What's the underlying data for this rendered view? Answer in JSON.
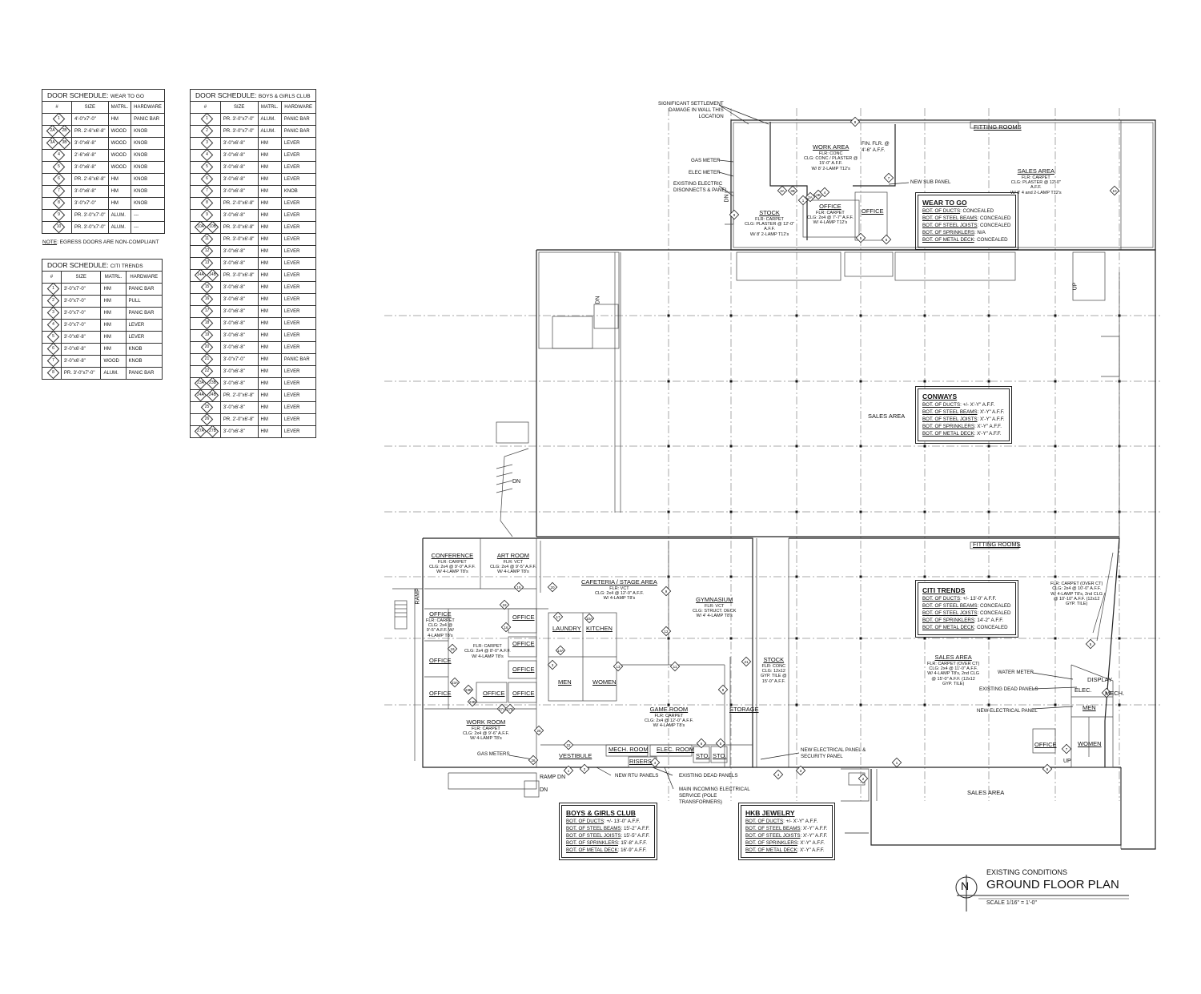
{
  "schedules": [
    {
      "title": "DOOR SCHEDULE",
      "suffix": "WEAR TO GO",
      "headers": [
        "#",
        "SIZE",
        "MATRL.",
        "HARDWARE"
      ],
      "rows": [
        {
          "tag": "1",
          "size": "4'-0\"x7'-0\"",
          "matrl": "HM",
          "hardware": "PANIC BAR"
        },
        {
          "tag": "2A",
          "tag_b": "2B",
          "size": "PR. 2'-6\"x6'-8\"",
          "matrl": "WOOD",
          "hardware": "KNOB"
        },
        {
          "tag": "3A",
          "tag_b": "3B",
          "size": "3'-0\"x6'-8\"",
          "matrl": "WOOD",
          "hardware": "KNOB"
        },
        {
          "tag": "4",
          "size": "2'-6\"x6'-8\"",
          "matrl": "WOOD",
          "hardware": "KNOB"
        },
        {
          "tag": "5",
          "size": "3'-0\"x6'-8\"",
          "matrl": "WOOD",
          "hardware": "KNOB"
        },
        {
          "tag": "6",
          "size": "PR. 2'-6\"x6'-8\"",
          "matrl": "HM",
          "hardware": "KNOB"
        },
        {
          "tag": "7",
          "size": "3'-0\"x6'-8\"",
          "matrl": "HM",
          "hardware": "KNOB"
        },
        {
          "tag": "8",
          "size": "3'-0\"x7'-0\"",
          "matrl": "HM",
          "hardware": "KNOB"
        },
        {
          "tag": "9",
          "size": "PR. 3'-0\"x7'-0\"",
          "matrl": "ALUM.",
          "hardware": "---"
        },
        {
          "tag": "10",
          "size": "PR. 3'-0\"x7'-0\"",
          "matrl": "ALUM.",
          "hardware": "---"
        }
      ],
      "note_label": "NOTE",
      "note": ": EGRESS DOORS ARE NON-COMPLIANT"
    },
    {
      "title": "DOOR SCHEDULE",
      "suffix": "CITI TRENDS",
      "headers": [
        "#",
        "SIZE",
        "MATRL.",
        "HARDWARE"
      ],
      "rows": [
        {
          "tag": "1",
          "size": "3'-0\"x7'-0\"",
          "matrl": "HM",
          "hardware": "PANIC BAR"
        },
        {
          "tag": "2",
          "size": "3'-0\"x7'-0\"",
          "matrl": "HM",
          "hardware": "PULL"
        },
        {
          "tag": "3",
          "size": "3'-0\"x7'-0\"",
          "matrl": "HM",
          "hardware": "PANIC BAR"
        },
        {
          "tag": "4",
          "size": "3'-0\"x7'-0\"",
          "matrl": "HM",
          "hardware": "LEVER"
        },
        {
          "tag": "5",
          "size": "3'-0\"x6'-8\"",
          "matrl": "HM",
          "hardware": "LEVER"
        },
        {
          "tag": "6",
          "size": "3'-0\"x6'-8\"",
          "matrl": "HM",
          "hardware": "KNOB"
        },
        {
          "tag": "7",
          "size": "3'-0\"x6'-8\"",
          "matrl": "WOOD",
          "hardware": "KNOB"
        },
        {
          "tag": "8",
          "size": "PR. 3'-0\"x7'-0\"",
          "matrl": "ALUM.",
          "hardware": "PANIC BAR"
        }
      ]
    },
    {
      "title": "DOOR SCHEDULE",
      "suffix": "BOYS & GIRLS CLUB",
      "headers": [
        "#",
        "SIZE",
        "MATRL.",
        "HARDWARE"
      ],
      "rows": [
        {
          "tag": "1",
          "size": "PR. 3'-0\"x7'-0\"",
          "matrl": "ALUM.",
          "hardware": "PANIC BAR"
        },
        {
          "tag": "2",
          "size": "PR. 3'-0\"x7'-0\"",
          "matrl": "ALUM.",
          "hardware": "PANIC BAR"
        },
        {
          "tag": "3",
          "size": "3'-0\"x6'-8\"",
          "matrl": "HM",
          "hardware": "LEVER"
        },
        {
          "tag": "4",
          "size": "3'-0\"x6'-8\"",
          "matrl": "HM",
          "hardware": "LEVER"
        },
        {
          "tag": "5",
          "size": "3'-0\"x6'-8\"",
          "matrl": "HM",
          "hardware": "LEVER"
        },
        {
          "tag": "6",
          "size": "3'-0\"x6'-8\"",
          "matrl": "HM",
          "hardware": "LEVER"
        },
        {
          "tag": "7",
          "size": "3'-0\"x6'-8\"",
          "matrl": "HM",
          "hardware": "KNOB"
        },
        {
          "tag": "8",
          "size": "PR. 2'-0\"x6'-8\"",
          "matrl": "HM",
          "hardware": "LEVER"
        },
        {
          "tag": "9",
          "size": "3'-0\"x6'-8\"",
          "matrl": "HM",
          "hardware": "LEVER"
        },
        {
          "tag": "10A",
          "tag_b": "10B",
          "size": "PR. 3'-0\"x6'-8\"",
          "matrl": "HM",
          "hardware": "LEVER"
        },
        {
          "tag": "11",
          "size": "PR. 3'-0\"x6'-8\"",
          "matrl": "HM",
          "hardware": "LEVER"
        },
        {
          "tag": "12",
          "size": "3'-0\"x6'-8\"",
          "matrl": "HM",
          "hardware": "LEVER"
        },
        {
          "tag": "13",
          "size": "3'-0\"x6'-8\"",
          "matrl": "HM",
          "hardware": "LEVER"
        },
        {
          "tag": "14A",
          "tag_b": "14B",
          "size": "PR. 3'-0\"x6'-8\"",
          "matrl": "HM",
          "hardware": "LEVER"
        },
        {
          "tag": "15",
          "size": "3'-0\"x6'-8\"",
          "matrl": "HM",
          "hardware": "LEVER"
        },
        {
          "tag": "16",
          "size": "3'-0\"x6'-8\"",
          "matrl": "HM",
          "hardware": "LEVER"
        },
        {
          "tag": "17",
          "size": "3'-0\"x6'-8\"",
          "matrl": "HM",
          "hardware": "LEVER"
        },
        {
          "tag": "18",
          "size": "3'-0\"x6'-8\"",
          "matrl": "HM",
          "hardware": "LEVER"
        },
        {
          "tag": "19",
          "size": "3'-0\"x6'-8\"",
          "matrl": "HM",
          "hardware": "LEVER"
        },
        {
          "tag": "20",
          "size": "3'-0\"x6'-8\"",
          "matrl": "HM",
          "hardware": "LEVER"
        },
        {
          "tag": "21",
          "size": "3'-0\"x7'-0\"",
          "matrl": "HM",
          "hardware": "PANIC BAR"
        },
        {
          "tag": "22",
          "size": "3'-0\"x6'-8\"",
          "matrl": "HM",
          "hardware": "LEVER"
        },
        {
          "tag": "23A",
          "tag_b": "23B",
          "size": "3'-0\"x6'-8\"",
          "matrl": "HM",
          "hardware": "LEVER"
        },
        {
          "tag": "24A",
          "tag_b": "24B",
          "size": "PR. 2'-0\"x6'-8\"",
          "matrl": "HM",
          "hardware": "LEVER"
        },
        {
          "tag": "25",
          "size": "3'-0\"x6'-8\"",
          "matrl": "HM",
          "hardware": "LEVER"
        },
        {
          "tag": "26",
          "size": "PR. 2'-0\"x6'-8\"",
          "matrl": "HM",
          "hardware": "LEVER"
        },
        {
          "tag": "27A",
          "tag_b": "27B",
          "size": "3'-0\"x6'-8\"",
          "matrl": "HM",
          "hardware": "LEVER"
        }
      ]
    }
  ],
  "rooms": [
    {
      "name": "WORK AREA",
      "sub": [
        "FLR: CONC",
        "CLG: CONC / PLASTER @",
        "15'-0\" A.F.F.",
        "W/ 8' 2-LAMP T12's"
      ]
    },
    {
      "name": "STOCK",
      "sub": [
        "FLR: CARPET",
        "CLG: PLASTER @ 12'-0\"",
        "A.F.F.",
        "W/ 8' 2-LAMP T12's"
      ]
    },
    {
      "name": "OFFICE",
      "sub": [
        "FLR: CARPET",
        "CLG: 2x4 @ 7'-7\" A.F.F.",
        "W/ 4-LAMP T12's"
      ]
    },
    {
      "name": "OFFICE",
      "sub": []
    },
    {
      "name": "SALES AREA",
      "sub": [
        "FLR: CARPET",
        "CLG: PLASTER @ 12'-0\"",
        "A.F.F.",
        "W/ 8' 4 and 2-LAMP T12's"
      ]
    },
    {
      "name": "FITTING ROOMS",
      "sub": []
    },
    {
      "name": "SALES AREA",
      "sub": []
    },
    {
      "name": "FITTING ROOMS",
      "sub": []
    },
    {
      "name": "CONFERENCE",
      "sub": [
        "FLR: CARPET",
        "CLG: 2x4 @ 9'-0\" A.F.F.",
        "W/ 4-LAMP T8's"
      ]
    },
    {
      "name": "ART ROOM",
      "sub": [
        "FLR: VCT",
        "CLG: 2x4 @ 9'-5\" A.F.F.",
        "W/ 4-LAMP T8's"
      ]
    },
    {
      "name": "CAFETERIA / STAGE AREA",
      "sub": [
        "FLR: VCT",
        "CLG: 2x4 @ 12'-0\" A.F.F.",
        "W/ 4-LAMP T8's"
      ]
    },
    {
      "name": "GYMNASIUM",
      "sub": [
        "FLR: VCT",
        "CLG: STRUCT. DECK",
        "W/ 4' 4-LAMP T8's"
      ]
    },
    {
      "name": "OFFICE",
      "sub": [
        "FLR: CARPET",
        "CLG: 2x4 @",
        "9'-5\" A.F.F. W/",
        "4-LAMP T8's"
      ]
    },
    {
      "name": "OFFICE",
      "sub": []
    },
    {
      "name": "OFFICE",
      "sub": []
    },
    {
      "name": "OFFICE",
      "sub": []
    },
    {
      "name": "OFFICE",
      "sub": []
    },
    {
      "name": "OFFICE",
      "sub": []
    },
    {
      "name": "OFFICE",
      "sub": []
    },
    {
      "name": "OFFICE",
      "sub": []
    },
    {
      "name": "",
      "sub": [
        "FLR: CARPET",
        "CLG: 2x4 @ 8'-0\" A.F.F.",
        "W/ 4-LAMP T8's"
      ]
    },
    {
      "name": "LAUNDRY",
      "sub": []
    },
    {
      "name": "KITCHEN",
      "sub": []
    },
    {
      "name": "MEN",
      "sub": []
    },
    {
      "name": "WOMEN",
      "sub": []
    },
    {
      "name": "WORK ROOM",
      "sub": [
        "FLR: CARPET",
        "CLG: 2x4 @ 9'-6\" A.F.F.",
        "W/ 4-LAMP T8's"
      ]
    },
    {
      "name": "GAME ROOM",
      "sub": [
        "FLR: CARPET",
        "CLG: 2x4 @ 12'-0\" A.F.F.",
        "W/ 4-LAMP T8's"
      ]
    },
    {
      "name": "VESTIBULE",
      "sub": []
    },
    {
      "name": "MECH. ROOM",
      "sub": []
    },
    {
      "name": "ELEC. ROOM",
      "sub": []
    },
    {
      "name": "RISERS",
      "sub": []
    },
    {
      "name": "STO.",
      "sub": []
    },
    {
      "name": "STO.",
      "sub": []
    },
    {
      "name": "STORAGE",
      "sub": []
    },
    {
      "name": "STOCK",
      "sub": [
        "FLR: CONC",
        "CLG: 12x12",
        "GYP. TILE @",
        "15'-0\" A.F.F."
      ]
    },
    {
      "name": "SALES AREA",
      "sub": [
        "FLR: CARPET (OVER CT)",
        "CLG: 2x4 @ 11'-0\" A.F.F.",
        "W/ 4-LAMP T8's, 2nd CLG",
        "@ 15'-0\" A.F.F. (12x12",
        "GYP. TILE)"
      ]
    },
    {
      "name": "",
      "sub": [
        "FLR: CARPET (OVER CT)",
        "CLG: 2x4 @ 10'-0\" A.F.F.",
        "W/ 4-LAMP T8's, 2nd CLG",
        "@ 10'-10\" A.F.F. (12x12",
        "GYP. TILE)"
      ]
    },
    {
      "name": "DISPLAY",
      "sub": []
    },
    {
      "name": "ELEC.",
      "sub": []
    },
    {
      "name": "MECH.",
      "sub": []
    },
    {
      "name": "MEN",
      "sub": []
    },
    {
      "name": "OFFICE",
      "sub": []
    },
    {
      "name": "WOMEN",
      "sub": []
    },
    {
      "name": "SALES AREA",
      "sub": []
    }
  ],
  "plain_texts": [
    "DN",
    "DN",
    "DN",
    "UP",
    "UP",
    "RAMP",
    "RAMP DN",
    "DN"
  ],
  "callouts": [
    {
      "text": [
        "SIGNIFICANT SETTLEMENT",
        "DAMAGE IN WALL THIS",
        "LOCATION"
      ]
    },
    {
      "text": [
        "GAS METER"
      ]
    },
    {
      "text": [
        "ELEC METER"
      ]
    },
    {
      "text": [
        "EXISTING ELECTRIC",
        "DISONNECTS & PANEL"
      ]
    },
    {
      "text": [
        "FIN. FLR. @",
        "4'-6\" A.F.F."
      ]
    },
    {
      "text": [
        "NEW SUB PANEL"
      ]
    },
    {
      "text": [
        "WATER METER"
      ]
    },
    {
      "text": [
        "EXISTING DEAD PANELS"
      ]
    },
    {
      "text": [
        "NEW ELECTRICAL PANEL"
      ]
    },
    {
      "text": [
        "NEW ELECTRICAL PANEL &",
        "SECURITY PANEL"
      ]
    },
    {
      "text": [
        "GAS METERS"
      ]
    },
    {
      "text": [
        "NEW RTU PANELS"
      ]
    },
    {
      "text": [
        "EXISTING DEAD PANELS"
      ]
    },
    {
      "text": [
        "MAIN INCOMING ELECTRICAL",
        "SERVICE (POLE",
        "TRANSFORMERS)"
      ]
    }
  ],
  "info_boxes": [
    {
      "title": "WEAR TO GO",
      "rows": [
        {
          "k": "BOT. OF DUCTS",
          "v": ": CONCEALED"
        },
        {
          "k": "BOT. OF STEEL BEAMS",
          "v": ": CONCEALED"
        },
        {
          "k": "BOT. OF STEEL JOISTS",
          "v": ": CONCEALED"
        },
        {
          "k": "BOT. OF SPRINKLERS",
          "v": ": N/A"
        },
        {
          "k": "BOT. OF METAL DECK",
          "v": ": CONCEALED"
        }
      ]
    },
    {
      "title": "CONWAYS",
      "rows": [
        {
          "k": "BOT. OF DUCTS",
          "v": ": +/- X'-Y\" A.F.F."
        },
        {
          "k": "BOT. OF STEEL BEAMS",
          "v": ": X'-Y\" A.F.F."
        },
        {
          "k": "BOT. OF STEEL JOISTS",
          "v": ": X'-Y\" A.F.F."
        },
        {
          "k": "BOT. OF SPRINKLERS",
          "v": ": X'-Y\" A.F.F."
        },
        {
          "k": "BOT. OF METAL DECK",
          "v": ": X'-Y\" A.F.F."
        }
      ]
    },
    {
      "title": "CITI TRENDS",
      "rows": [
        {
          "k": "BOT. OF DUCTS",
          "v": ": +/- 13'-0\" A.F.F."
        },
        {
          "k": "BOT. OF STEEL BEAMS",
          "v": ": CONCEALED"
        },
        {
          "k": "BOT. OF STEEL JOISTS",
          "v": ": CONCEALED"
        },
        {
          "k": "BOT. OF SPRINKLERS",
          "v": ": 14'-2\" A.F.F."
        },
        {
          "k": "BOT. OF METAL DECK",
          "v": ": CONCEALED"
        }
      ]
    },
    {
      "title": "BOYS & GIRLS CLUB",
      "rows": [
        {
          "k": "BOT. OF DUCTS",
          "v": ": +/- 13'-0\" A.F.F."
        },
        {
          "k": "BOT. OF STEEL BEAMS",
          "v": ": 15'-2\" A.F.F."
        },
        {
          "k": "BOT. OF STEEL JOISTS",
          "v": ": 15'-5\" A.F.F."
        },
        {
          "k": "BOT. OF SPRINKLERS",
          "v": ": 15'-8\" A.F.F."
        },
        {
          "k": "BOT. OF METAL DECK",
          "v": ": 16'-9\" A.F.F."
        }
      ]
    },
    {
      "title": "HKB JEWELRY",
      "rows": [
        {
          "k": "BOT. OF DUCTS",
          "v": ": +/- X'-Y\" A.F.F."
        },
        {
          "k": "BOT. OF STEEL BEAMS",
          "v": ": X'-Y\" A.F.F."
        },
        {
          "k": "BOT. OF STEEL JOISTS",
          "v": ": X'-Y\" A.F.F."
        },
        {
          "k": "BOT. OF SPRINKLERS",
          "v": ": X'-Y\" A.F.F."
        },
        {
          "k": "BOT. OF METAL DECK",
          "v": ": X'-Y\" A.F.F."
        }
      ]
    }
  ],
  "door_tags": [
    "8",
    "7",
    "10",
    "5",
    "6",
    "9",
    "3A",
    "3B",
    "2A",
    "2B",
    "4",
    "1",
    "20",
    "15",
    "18",
    "16",
    "19",
    "23A",
    "23B",
    "24B",
    "27A",
    "27B",
    "25",
    "26",
    "22",
    "9",
    "12",
    "13",
    "11",
    "21",
    "8",
    "6",
    "5",
    "4",
    "2",
    "1",
    "3",
    "17",
    "14A",
    "10A",
    "1",
    "2",
    "3",
    "4",
    "5",
    "6",
    "7",
    "8"
  ],
  "north_arrow": "N",
  "title_block": {
    "top": "EXISTING CONDITIONS",
    "main": "GROUND FLOOR PLAN",
    "scale": "SCALE 1/16\" = 1'-0\""
  }
}
